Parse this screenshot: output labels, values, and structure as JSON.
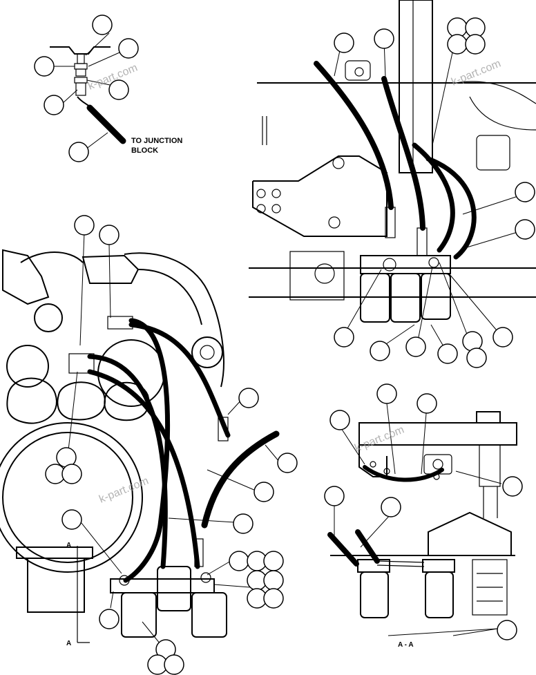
{
  "labels": {
    "junction_line1": "TO JUNCTION",
    "junction_line2": "BLOCK",
    "section_marker_top": "A",
    "section_marker_bottom": "A",
    "section_caption": "A - A"
  },
  "watermark": "k-part.com",
  "colors": {
    "ink": "#000000",
    "paper": "#ffffff",
    "watermark": "#9a9a9a"
  }
}
